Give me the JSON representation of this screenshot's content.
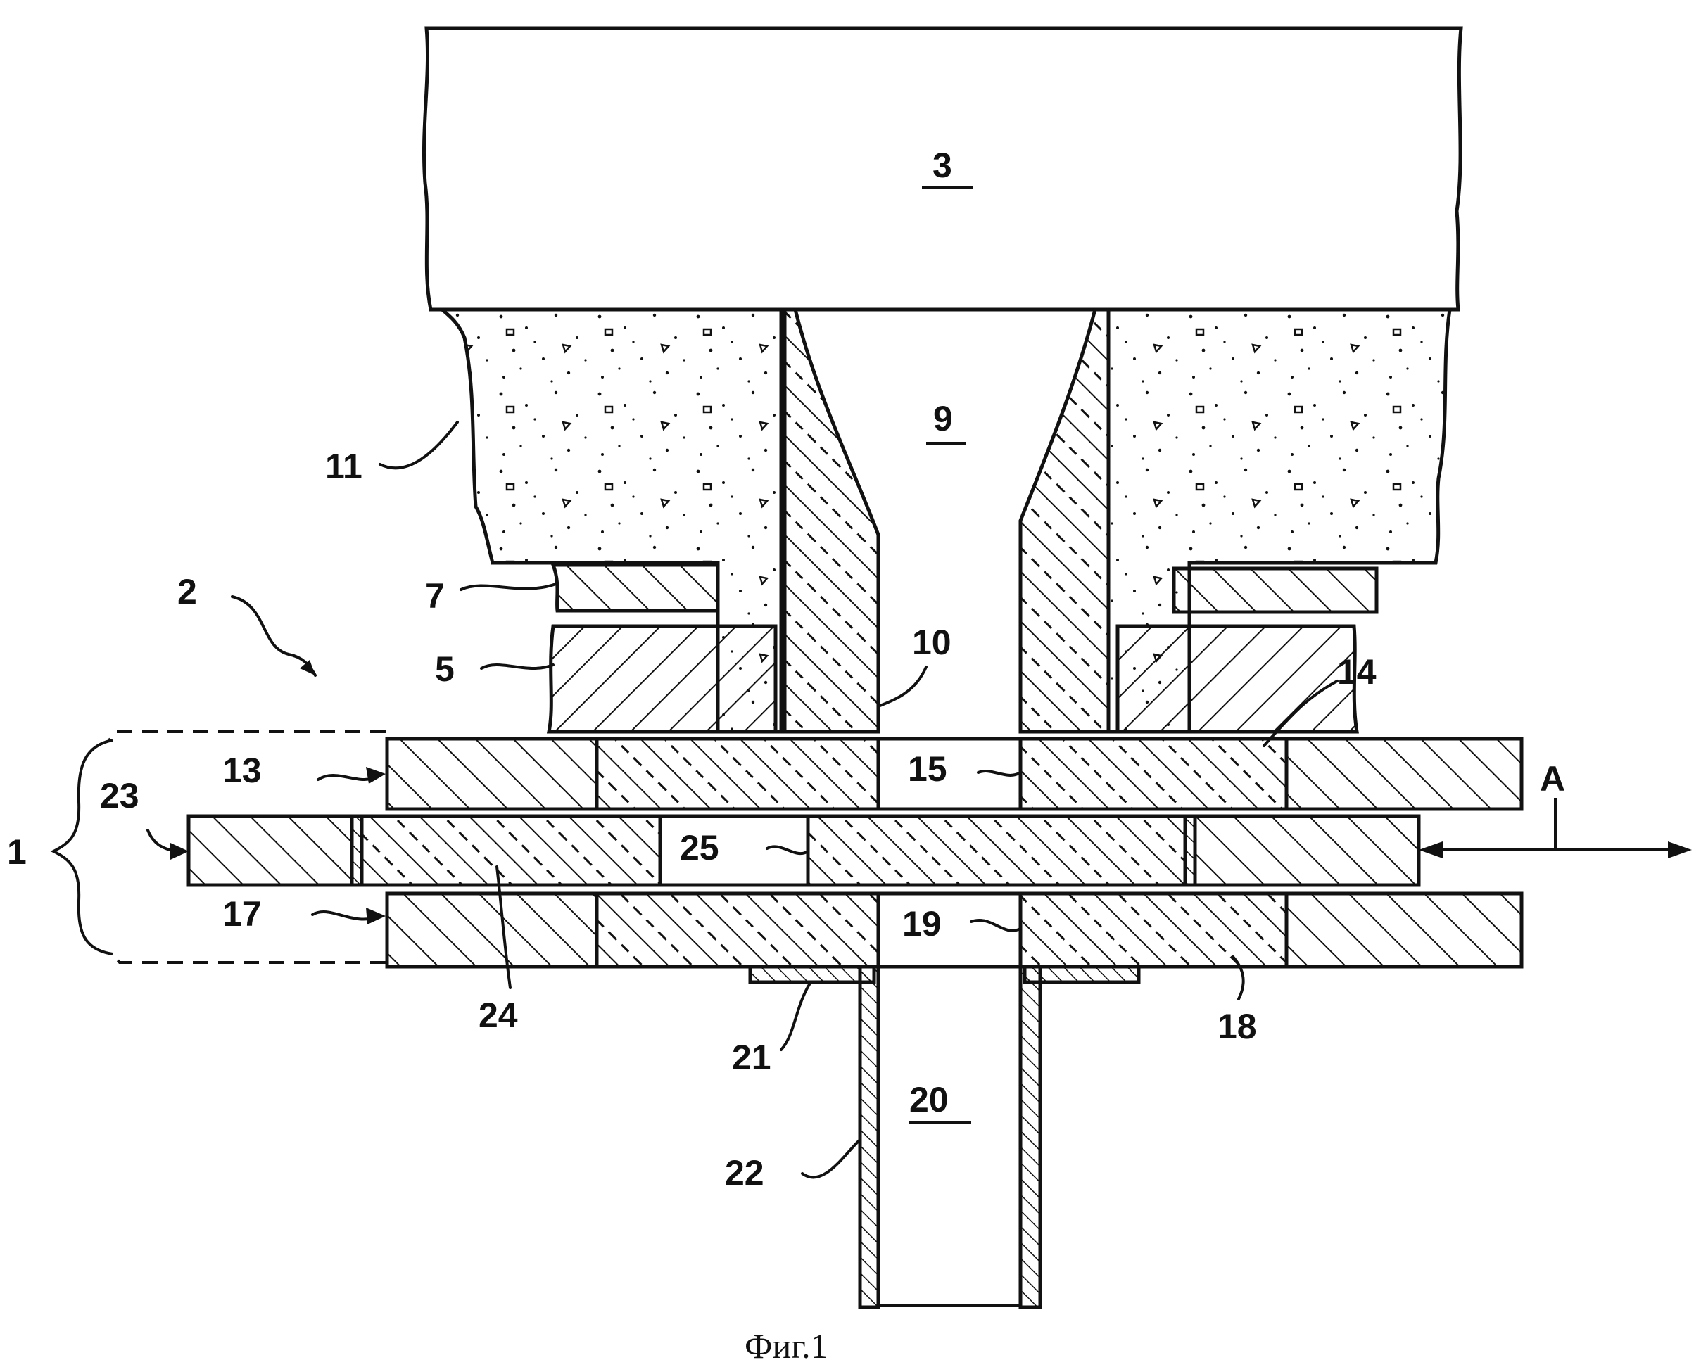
{
  "figure": {
    "caption": "Фиг.1",
    "labels": {
      "l1": "1",
      "l2": "2",
      "l3": "3",
      "l5": "5",
      "l7": "7",
      "l9": "9",
      "l10": "10",
      "l11": "11",
      "l13": "13",
      "l14": "14",
      "l15": "15",
      "l17": "17",
      "l18": "18",
      "l19": "19",
      "l20": "20",
      "l21": "21",
      "l22": "22",
      "l23": "23",
      "l24": "24",
      "l25": "25",
      "lA": "A"
    }
  }
}
